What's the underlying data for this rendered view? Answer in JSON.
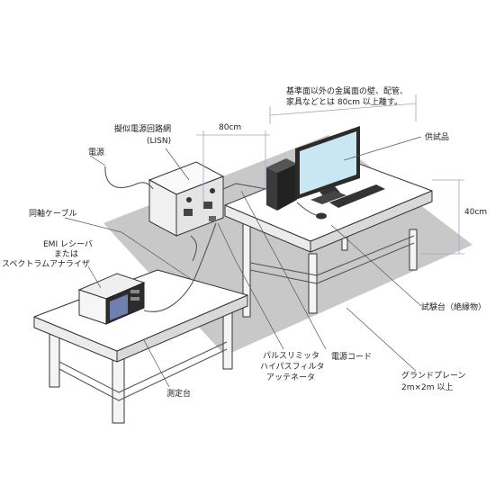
{
  "labels": {
    "wall_note_line1": "基準面以外の金属面の壁、配管、",
    "wall_note_line2": "家具などとは 80cm 以上離す。",
    "lisn_line1": "擬似電源回路網",
    "lisn_line2": "(LISN)",
    "dist_80": "80cm",
    "eut": "供試品",
    "power_source": "電源",
    "coax_cable": "同軸ケーブル",
    "receiver_line1": "EMI レシーバ",
    "receiver_line2": "または",
    "receiver_line3": "スペクトラムアナライザ",
    "height_40": "40cm",
    "test_table": "試験台（絶縁物）",
    "limiter_line1": "パルスリミッタ",
    "limiter_line2": "ハイパスフィルタ",
    "limiter_line3": "アッテネータ",
    "power_cord": "電源コード",
    "ground_plane_line1": "グランドプレーン",
    "ground_plane_line2": "2m×2m 以上",
    "measure_table": "測定台"
  },
  "colors": {
    "ground_plane": "#c8c8c8",
    "monitor_screen": "#c9e6f3",
    "monitor_frame": "#2b2b2b",
    "analyzer_screen": "#6f7fb2",
    "leader_line": "#555555",
    "dimension_line": "#9aa8c0"
  },
  "icons": {
    "eut_pc": "desktop-pc-icon",
    "lisn_box": "lisn-box-icon",
    "analyzer": "spectrum-analyzer-icon"
  }
}
